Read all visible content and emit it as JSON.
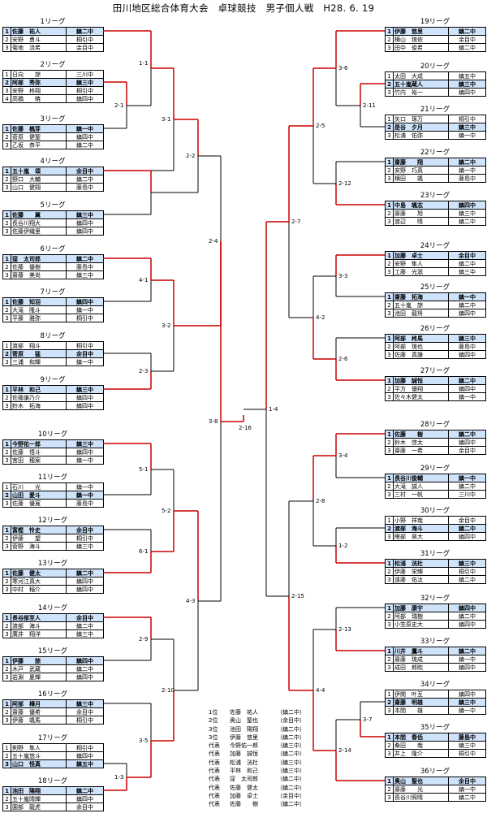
{
  "title": "田川地区総合体育大会　卓球競技　男子個人戦　H28. 6. 19",
  "league_suffix": "リーグ",
  "colors": {
    "winner_fill": "#cfe3fb",
    "win_line": "#cc0000",
    "line": "#000000"
  },
  "leagues": [
    {
      "id": "1",
      "rows": [
        {
          "rank": "1",
          "name": "佐藤　祐人",
          "school": "鎮二中",
          "win": true
        },
        {
          "rank": "2",
          "name": "安野　勇斗",
          "school": "桐引中"
        },
        {
          "rank": "3",
          "name": "菊地　流希",
          "school": "余目中"
        }
      ]
    },
    {
      "id": "2",
      "rows": [
        {
          "rank": "1",
          "name": "日向　　諒",
          "school": "三川中"
        },
        {
          "rank": "2",
          "name": "阿部　秀弥",
          "school": "鎮三中",
          "win": true
        },
        {
          "rank": "3",
          "name": "安野　柊翔",
          "school": "桐引中"
        },
        {
          "rank": "4",
          "name": "高橋　　暁",
          "school": "鎮四中"
        }
      ]
    },
    {
      "id": "3",
      "rows": [
        {
          "rank": "1",
          "name": "佐藤　楓芽",
          "school": "鎮一中",
          "win": true
        },
        {
          "rank": "2",
          "name": "菅原　健聖",
          "school": "鎮四中"
        },
        {
          "rank": "3",
          "name": "乙坂　恭平",
          "school": "鎮二中"
        }
      ]
    },
    {
      "id": "4",
      "rows": [
        {
          "rank": "1",
          "name": "五十嵐　頌",
          "school": "余目中",
          "win": true
        },
        {
          "rank": "2",
          "name": "野口　大輔",
          "school": "鎮二中"
        },
        {
          "rank": "3",
          "name": "山口　健翔",
          "school": "藤島中"
        }
      ]
    },
    {
      "id": "5",
      "rows": [
        {
          "rank": "1",
          "name": "佐藤　　翼",
          "school": "鎮三中",
          "win": true
        },
        {
          "rank": "2",
          "name": "長谷川翔大",
          "school": "鎮四中"
        },
        {
          "rank": "3",
          "name": "佐藤伊織里",
          "school": "鎮四中"
        }
      ]
    },
    {
      "id": "6",
      "rows": [
        {
          "rank": "1",
          "name": "窪　太司郎",
          "school": "鎮二中",
          "win": true
        },
        {
          "rank": "2",
          "name": "佐藤　優樹",
          "school": "藤島中"
        },
        {
          "rank": "3",
          "name": "齋藤　美尚",
          "school": "鎮三中"
        }
      ]
    },
    {
      "id": "7",
      "rows": [
        {
          "rank": "1",
          "name": "佐藤　知羽",
          "school": "鎮四中",
          "win": true
        },
        {
          "rank": "2",
          "name": "大滝　隆斗",
          "school": "鎮一中"
        },
        {
          "rank": "3",
          "name": "平藤　雅弥",
          "school": "桐引中"
        }
      ]
    },
    {
      "id": "8",
      "rows": [
        {
          "rank": "1",
          "name": "渡部　翔斗",
          "school": "桐引中"
        },
        {
          "rank": "2",
          "name": "菅原　　猛",
          "school": "余目中",
          "win": true
        },
        {
          "rank": "3",
          "name": "三浦　和輝",
          "school": "鎮一中"
        }
      ]
    },
    {
      "id": "9",
      "rows": [
        {
          "rank": "1",
          "name": "平林　和己",
          "school": "鎮三中",
          "win": true
        },
        {
          "rank": "2",
          "name": "佐藤謙乃介",
          "school": "鎮四中"
        },
        {
          "rank": "3",
          "name": "鈴木　拓海",
          "school": "鎮四中"
        }
      ]
    },
    {
      "id": "10",
      "rows": [
        {
          "rank": "1",
          "name": "今野佑一郎",
          "school": "鎮三中",
          "win": true
        },
        {
          "rank": "2",
          "name": "佐藤　悟斗",
          "school": "鎮四中"
        },
        {
          "rank": "3",
          "name": "宮田　穂案",
          "school": "鎮一中"
        }
      ]
    },
    {
      "id": "11",
      "rows": [
        {
          "rank": "1",
          "name": "石川　　光",
          "school": "鎮一中"
        },
        {
          "rank": "2",
          "name": "山田　愛斗",
          "school": "鎮一中",
          "win": true
        },
        {
          "rank": "3",
          "name": "佐藤　優寛",
          "school": "藤島中"
        }
      ]
    },
    {
      "id": "12",
      "rows": [
        {
          "rank": "1",
          "name": "富樫　怜史",
          "school": "余目中",
          "win": true
        },
        {
          "rank": "2",
          "name": "伊藤　　望",
          "school": "桐引中"
        },
        {
          "rank": "3",
          "name": "菅野　海斗",
          "school": "鎮三中"
        }
      ]
    },
    {
      "id": "13",
      "rows": [
        {
          "rank": "1",
          "name": "佐藤　健太",
          "school": "鎮二中",
          "win": true
        },
        {
          "rank": "2",
          "name": "寒河江真大",
          "school": "鎮四中"
        },
        {
          "rank": "3",
          "name": "中村　稲介",
          "school": "鎮四中"
        }
      ]
    },
    {
      "id": "14",
      "rows": [
        {
          "rank": "1",
          "name": "長谷部至人",
          "school": "余目中",
          "win": true
        },
        {
          "rank": "2",
          "name": "渡部　海斗",
          "school": "鎮二中"
        },
        {
          "rank": "3",
          "name": "廣井　翔洋",
          "school": "鎮三中"
        }
      ]
    },
    {
      "id": "15",
      "rows": [
        {
          "rank": "1",
          "name": "伊藤　　諒",
          "school": "鎮四中",
          "win": true
        },
        {
          "rank": "2",
          "name": "木戸　武蔵",
          "school": "鎮二中"
        },
        {
          "rank": "3",
          "name": "岩淵　夏輝",
          "school": "鎮四中"
        }
      ]
    },
    {
      "id": "16",
      "rows": [
        {
          "rank": "1",
          "name": "阿部　樺月",
          "school": "鎮三中",
          "win": true
        },
        {
          "rank": "2",
          "name": "齋藤　優希",
          "school": "余目中"
        },
        {
          "rank": "3",
          "name": "伊藤　颯馬",
          "school": "桐引中"
        }
      ]
    },
    {
      "id": "17",
      "rows": [
        {
          "rank": "1",
          "name": "剣野　隼人",
          "school": "桐引中"
        },
        {
          "rank": "2",
          "name": "五十嵐悠斗",
          "school": "鎮四中"
        },
        {
          "rank": "3",
          "name": "山口　怪真",
          "school": "鎮五中",
          "win": true
        }
      ]
    },
    {
      "id": "18",
      "rows": [
        {
          "rank": "1",
          "name": "池田　陽翔",
          "school": "鎮二中",
          "win": true
        },
        {
          "rank": "2",
          "name": "五十嵐晴輝",
          "school": "鎮四中"
        },
        {
          "rank": "3",
          "name": "園部　龍虎",
          "school": "余目中"
        }
      ]
    },
    {
      "id": "19",
      "rows": [
        {
          "rank": "1",
          "name": "伊藤　悠里",
          "school": "鎮二中",
          "win": true
        },
        {
          "rank": "2",
          "name": "横山　琉依",
          "school": "余目中"
        },
        {
          "rank": "3",
          "name": "田中　俊希",
          "school": "鎮二中"
        }
      ]
    },
    {
      "id": "20",
      "rows": [
        {
          "rank": "1",
          "name": "太田　大成",
          "school": "鎮五中"
        },
        {
          "rank": "2",
          "name": "五十嵐蔵人",
          "school": "鎮三中",
          "win": true
        },
        {
          "rank": "3",
          "name": "竹内　裕一",
          "school": "鎮四中"
        }
      ]
    },
    {
      "id": "21",
      "rows": [
        {
          "rank": "1",
          "name": "矢口　琢万",
          "school": "桐引中"
        },
        {
          "rank": "2",
          "name": "是谷　夕月",
          "school": "鎮三中",
          "win": true
        },
        {
          "rank": "3",
          "name": "松浦　佑弥",
          "school": "鎮一中"
        }
      ]
    },
    {
      "id": "22",
      "rows": [
        {
          "rank": "1",
          "name": "齋藤　　翔",
          "school": "鎮二中",
          "win": true
        },
        {
          "rank": "2",
          "name": "安野　巧真",
          "school": "鎮一中"
        },
        {
          "rank": "3",
          "name": "横田　　颯",
          "school": "藤島中"
        }
      ]
    },
    {
      "id": "23",
      "rows": [
        {
          "rank": "1",
          "name": "中島　颯志",
          "school": "鎮四中",
          "win": true
        },
        {
          "rank": "2",
          "name": "齋藤　　旭",
          "school": "鎮三中"
        },
        {
          "rank": "3",
          "name": "渡辺　　晴",
          "school": "鎮二中"
        }
      ]
    },
    {
      "id": "24",
      "rows": [
        {
          "rank": "1",
          "name": "加藤　卓士",
          "school": "余目中",
          "win": true
        },
        {
          "rank": "2",
          "name": "安野　隼人",
          "school": "鎮二中"
        },
        {
          "rank": "3",
          "name": "工藤　光滋",
          "school": "鎮三中"
        }
      ]
    },
    {
      "id": "25",
      "rows": [
        {
          "rank": "1",
          "name": "齋藤　拓海",
          "school": "鎮一中",
          "win": true
        },
        {
          "rank": "2",
          "name": "五十嵐　諒",
          "school": "鎮二中"
        },
        {
          "rank": "3",
          "name": "池田　龍将",
          "school": "鎮四中"
        }
      ]
    },
    {
      "id": "26",
      "rows": [
        {
          "rank": "1",
          "name": "阿部　柊馬",
          "school": "鎮三中",
          "win": true
        },
        {
          "rank": "2",
          "name": "阿部　琉也",
          "school": "藤島中"
        },
        {
          "rank": "3",
          "name": "佐藤　真謙",
          "school": "鎮四中"
        }
      ]
    },
    {
      "id": "27",
      "rows": [
        {
          "rank": "1",
          "name": "加藤　誠恒",
          "school": "鎮二中",
          "win": true
        },
        {
          "rank": "2",
          "name": "平方　優翔",
          "school": "鎮四中"
        },
        {
          "rank": "3",
          "name": "佐々木健太",
          "school": "鎮一中"
        }
      ]
    },
    {
      "id": "28",
      "rows": [
        {
          "rank": "1",
          "name": "佐藤　　樹",
          "school": "鎮二中",
          "win": true
        },
        {
          "rank": "2",
          "name": "鈴木　啓太",
          "school": "鎮四中"
        },
        {
          "rank": "3",
          "name": "齋藤　一希",
          "school": "余目中"
        }
      ]
    },
    {
      "id": "29",
      "rows": [
        {
          "rank": "1",
          "name": "長谷川俊輔",
          "school": "鎮一中",
          "win": true
        },
        {
          "rank": "2",
          "name": "大滝　誠人",
          "school": "鎮二中"
        },
        {
          "rank": "3",
          "name": "三村　一帆",
          "school": "三川中"
        }
      ]
    },
    {
      "id": "30",
      "rows": [
        {
          "rank": "1",
          "name": "小野　祥哉",
          "school": "余目中"
        },
        {
          "rank": "2",
          "name": "渡部　海斗",
          "school": "鎮二中",
          "win": true
        },
        {
          "rank": "3",
          "name": "眼部　昊大",
          "school": "鎮四中"
        }
      ]
    },
    {
      "id": "31",
      "rows": [
        {
          "rank": "1",
          "name": "松浦　洸杜",
          "school": "鎮三中",
          "win": true
        },
        {
          "rank": "2",
          "name": "伊藤　栄輝",
          "school": "桐引中"
        },
        {
          "rank": "3",
          "name": "遠藤　佑汰",
          "school": "鎮二中"
        }
      ]
    },
    {
      "id": "32",
      "rows": [
        {
          "rank": "1",
          "name": "加藤　康宇",
          "school": "鎮四中",
          "win": true
        },
        {
          "rank": "2",
          "name": "阿部　瑞樹",
          "school": "鎮二中"
        },
        {
          "rank": "3",
          "name": "小笠原史大",
          "school": "鎮四中"
        }
      ]
    },
    {
      "id": "33",
      "rows": [
        {
          "rank": "1",
          "name": "川井　鷹斗",
          "school": "鎮二中",
          "win": true
        },
        {
          "rank": "2",
          "name": "齋藤　琉成",
          "school": "鎮一中"
        },
        {
          "rank": "3",
          "name": "成田　郎眈",
          "school": "鎮四中"
        }
      ]
    },
    {
      "id": "34",
      "rows": [
        {
          "rank": "1",
          "name": "伊関　叶亙",
          "school": "鎮四中"
        },
        {
          "rank": "2",
          "name": "齋藤　明雄",
          "school": "鎮三中",
          "win": true
        },
        {
          "rank": "3",
          "name": "本間　　雄",
          "school": "鎮一中"
        }
      ]
    },
    {
      "id": "35",
      "rows": [
        {
          "rank": "1",
          "name": "本間　春佸",
          "school": "藤島中",
          "win": true
        },
        {
          "rank": "2",
          "name": "桑田　　哉",
          "school": "鎮三中"
        },
        {
          "rank": "3",
          "name": "井上　隆介",
          "school": "桐引中"
        }
      ]
    },
    {
      "id": "36",
      "rows": [
        {
          "rank": "1",
          "name": "奥山　聖也",
          "school": "余目中",
          "win": true
        },
        {
          "rank": "2",
          "name": "齋藤　　光",
          "school": "鎮一中"
        },
        {
          "rank": "3",
          "name": "長谷川照晴",
          "school": "鎮二中"
        }
      ]
    }
  ],
  "match_labels": [
    "2-1",
    "1-1",
    "3-1",
    "2-2",
    "4-1",
    "2-3",
    "3-2",
    "2-4",
    "5-1",
    "6-1",
    "5-2",
    "2-9",
    "1-3",
    "3-5",
    "2-10",
    "4-3",
    "2-11",
    "3-6",
    "2-12",
    "2-5",
    "3-3",
    "2-6",
    "4-2",
    "2-7",
    "3-4",
    "1-2",
    "2-8",
    "2-13",
    "3-7",
    "2-14",
    "4-4",
    "2-15",
    "3-8",
    "1-4",
    "2-16"
  ],
  "results": [
    {
      "label": "1位",
      "name": "佐藤　祐人",
      "school": "（鎮二中）"
    },
    {
      "label": "2位",
      "name": "奥山　聖也",
      "school": "（余目中）"
    },
    {
      "label": "3位",
      "name": "池田　陽翔",
      "school": "（鎮二中）"
    },
    {
      "label": "3位",
      "name": "伊藤　悠里",
      "school": "（鎮二中）"
    },
    {
      "label": "代表",
      "name": "今野佑一郎",
      "school": "（鎮三中）"
    },
    {
      "label": "代表",
      "name": "加藤　誠恒",
      "school": "（鎮二中）"
    },
    {
      "label": "代表",
      "name": "松浦　洸杜",
      "school": "（鎮三中）"
    },
    {
      "label": "代表",
      "name": "平林　和己",
      "school": "（鎮三中）"
    },
    {
      "label": "代表",
      "name": "窪　太司郎",
      "school": "（鎮二中）"
    },
    {
      "label": "代表",
      "name": "佐藤　健太",
      "school": "（鎮二中）"
    },
    {
      "label": "代表",
      "name": "加藤　卓士",
      "school": "（余目中）"
    },
    {
      "label": "代表",
      "name": "佐藤　　樹",
      "school": "（鎮二中）"
    }
  ]
}
